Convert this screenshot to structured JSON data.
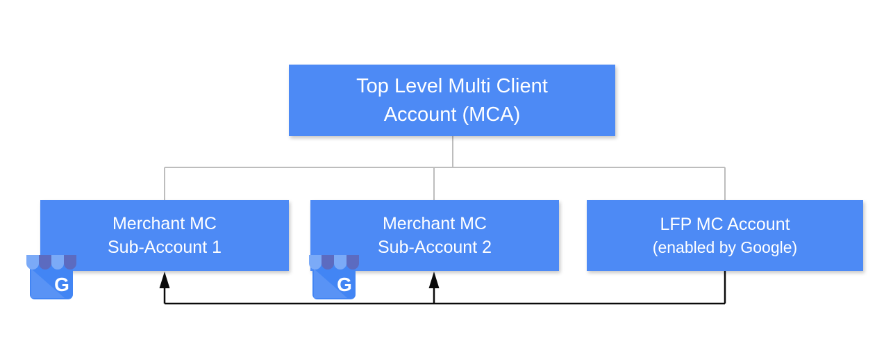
{
  "diagram": {
    "root": {
      "line1": "Top Level Multi Client",
      "line2": "Account (MCA)"
    },
    "nodes": [
      {
        "line1": "Merchant MC",
        "line2": "Sub-Account 1"
      },
      {
        "line1": "Merchant MC",
        "line2": "Sub-Account 2"
      },
      {
        "line1": "LFP MC Account",
        "line2": "(enabled by Google)"
      }
    ],
    "icon_letter": "G",
    "colors": {
      "node_fill": "#4d8af5",
      "node_text": "#ffffff",
      "hierarchy_line": "#bdbdbd",
      "flow_line": "#000000",
      "icon_awning_light": "#7baaf7",
      "icon_awning_dark": "#5c6bc0",
      "icon_body": "#4285f4"
    }
  }
}
